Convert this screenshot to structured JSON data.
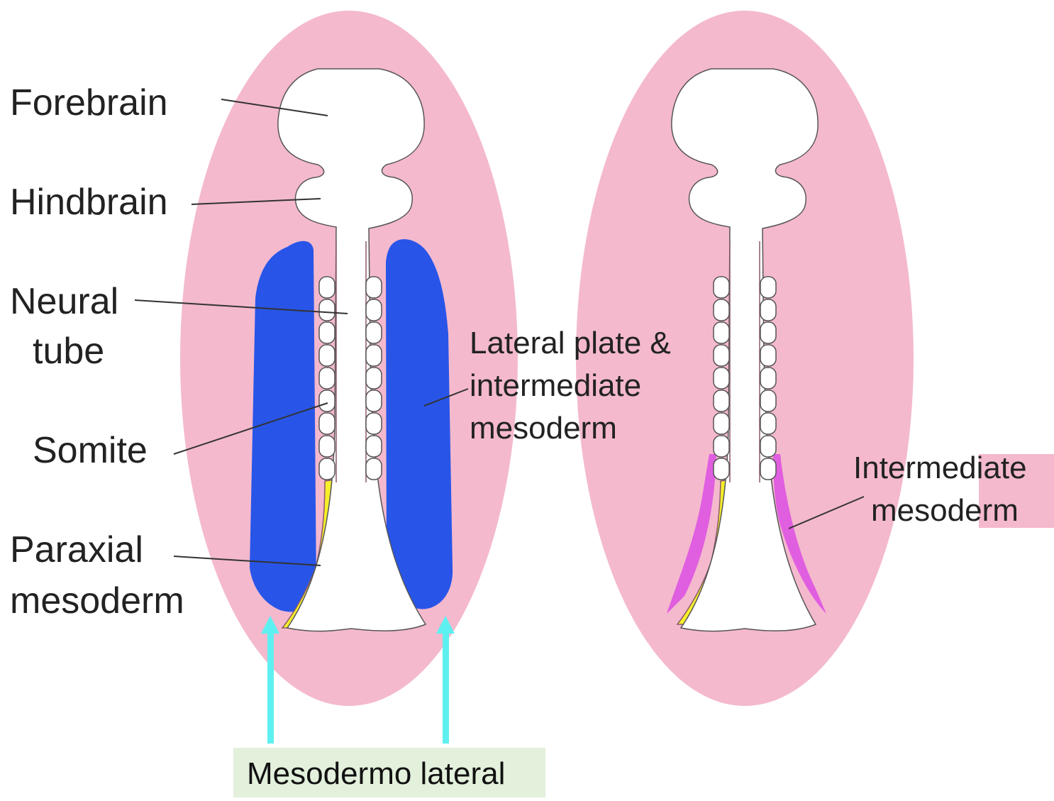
{
  "colors": {
    "embryo": "#f4b9cd",
    "lateral_plate": "#2855e8",
    "paraxial": "#f6ef2a",
    "intermediate": "#e05ee0",
    "arrow": "#5ef0f0",
    "callout_bg": "#e3f0dc"
  },
  "labels": {
    "forebrain": "Forebrain",
    "hindbrain": "Hindbrain",
    "neural_1": "Neural",
    "neural_2": "tube",
    "somite": "Somite",
    "paraxial_1": "Paraxial",
    "paraxial_2": "mesoderm",
    "lateral_1": "Lateral plate &",
    "lateral_2": "intermediate",
    "lateral_3": "mesoderm",
    "intermediate_1": "Intermediate",
    "intermediate_2": "mesoderm"
  },
  "callout": {
    "text": "Mesodermo lateral"
  },
  "icons": [
    "arrow-up-icon",
    "arrow-up-icon"
  ]
}
